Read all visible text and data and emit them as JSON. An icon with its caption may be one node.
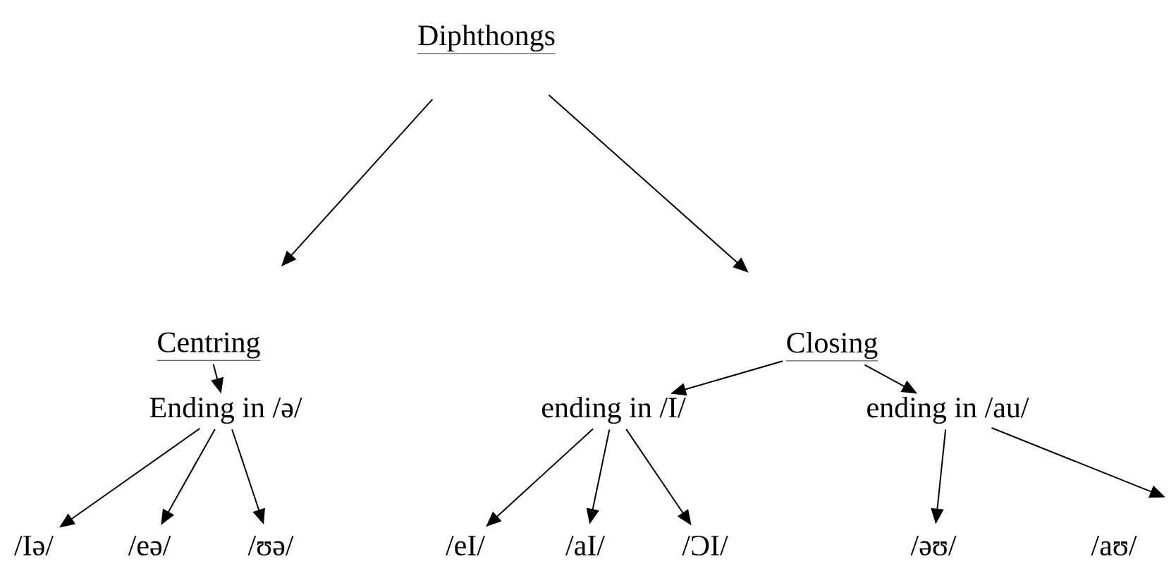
{
  "diagram": {
    "nodes": [
      {
        "text": [
          "Diphthongs"
        ]
      },
      {
        "text": [
          "Centring"
        ]
      },
      {
        "text": [
          "Closing"
        ]
      },
      {
        "text": [
          "Ending in /ə/"
        ]
      },
      {
        "text": [
          "ending in /I/"
        ]
      },
      {
        "text": [
          "ending in /au/"
        ]
      },
      {
        "text": [
          "/Iə/"
        ]
      },
      {
        "text": [
          "/eə/"
        ]
      },
      {
        "text": [
          "/ʊə/"
        ]
      },
      {
        "text": [
          "/eI/"
        ]
      },
      {
        "text": [
          "/aI/"
        ]
      },
      {
        "text": [
          "/ƆI/"
        ]
      },
      {
        "text": [
          "/əʊ/"
        ]
      },
      {
        "text": [
          "/aʊ/"
        ]
      }
    ],
    "edges": [
      {
        "from": 0,
        "to": 1,
        "arrow": "to"
      },
      {
        "from": 0,
        "to": 2,
        "arrow": "to"
      },
      {
        "from": 1,
        "to": 3,
        "arrow": "to"
      },
      {
        "from": 2,
        "to": 4,
        "arrow": "to"
      },
      {
        "from": 2,
        "to": 5,
        "arrow": "to"
      },
      {
        "from": 3,
        "to": 6,
        "arrow": "to"
      },
      {
        "from": 3,
        "to": 7,
        "arrow": "to"
      },
      {
        "from": 3,
        "to": 8,
        "arrow": "to"
      },
      {
        "from": 4,
        "to": 9,
        "arrow": "to"
      },
      {
        "from": 4,
        "to": 10,
        "arrow": "to"
      },
      {
        "from": 4,
        "to": 11,
        "arrow": "to"
      },
      {
        "from": 5,
        "to": 12,
        "arrow": "to"
      },
      {
        "from": 5,
        "to": null,
        "arrow": "to"
      }
    ]
  }
}
